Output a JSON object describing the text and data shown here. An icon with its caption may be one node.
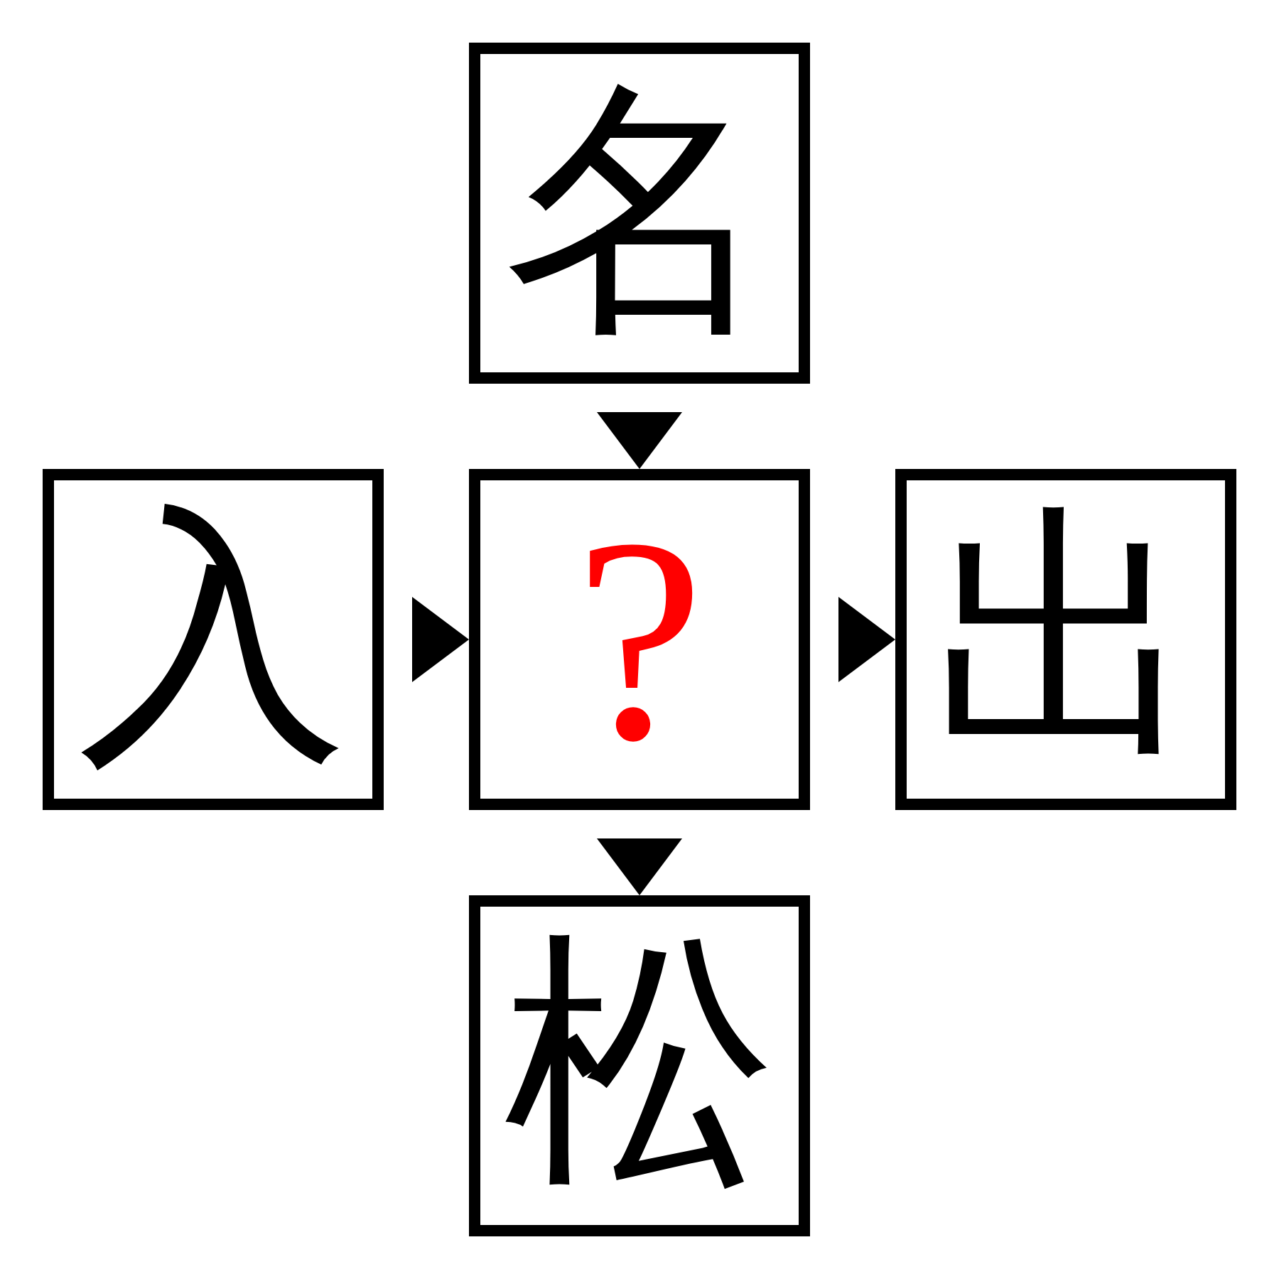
{
  "diagram": {
    "nodes": [
      {
        "text": [
          "名"
        ]
      },
      {
        "text": [
          "入"
        ]
      },
      {
        "text": [
          "?"
        ]
      },
      {
        "text": [
          "出"
        ]
      },
      {
        "text": [
          "松"
        ]
      }
    ],
    "edges": [
      {
        "from": 0,
        "to": 2,
        "arrow": "to"
      },
      {
        "from": 1,
        "to": 2,
        "arrow": "to"
      },
      {
        "from": 2,
        "to": 3,
        "arrow": "to"
      },
      {
        "from": 2,
        "to": 4,
        "arrow": "to"
      }
    ]
  }
}
